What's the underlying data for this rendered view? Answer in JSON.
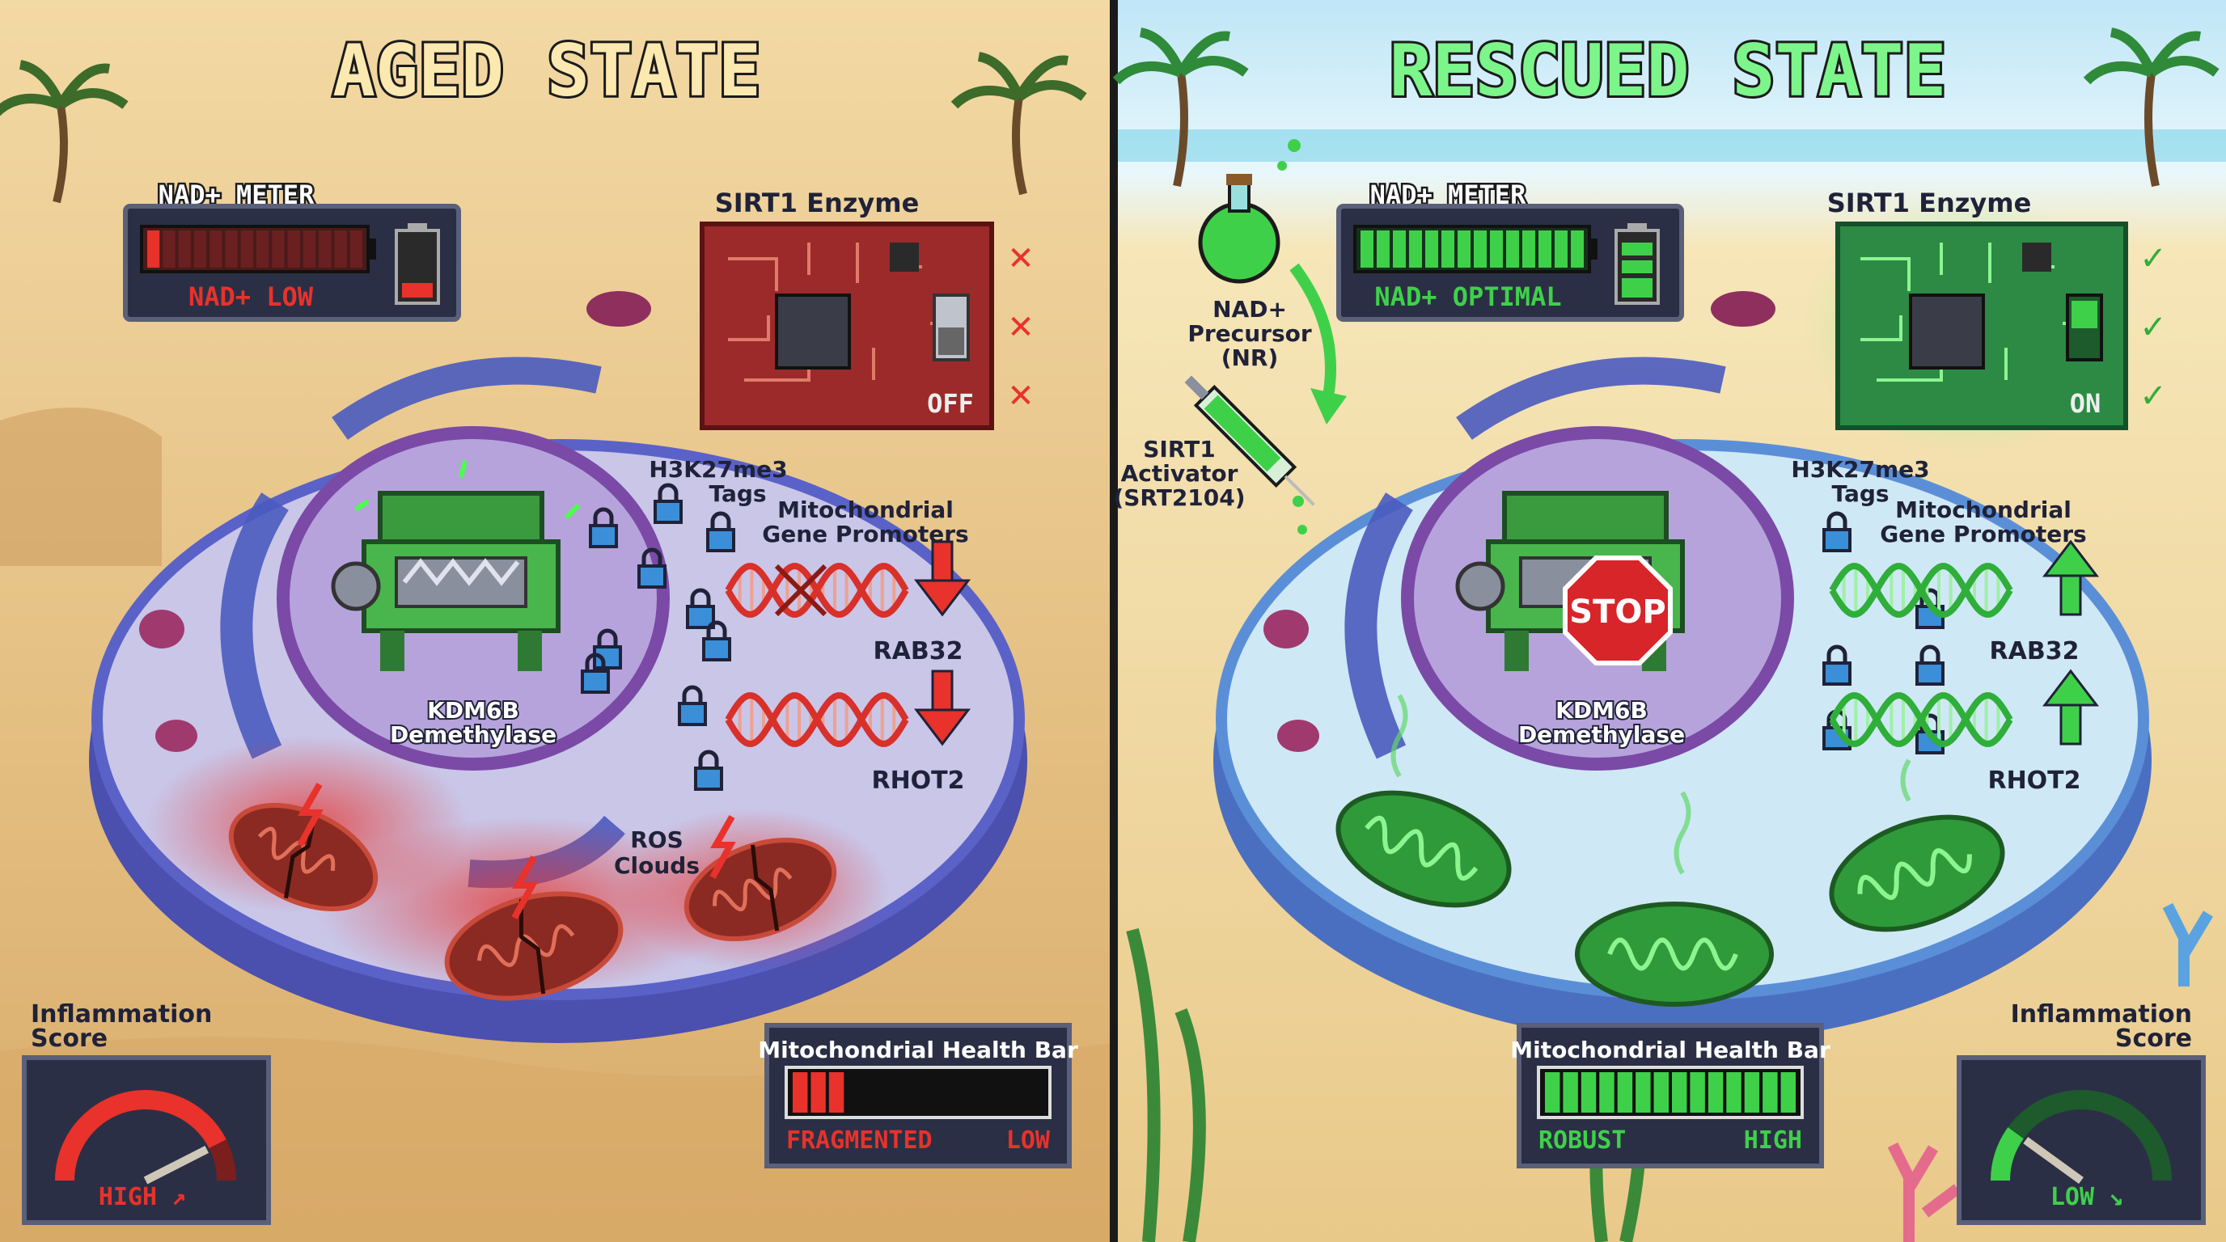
{
  "aged": {
    "title": "AGED STATE",
    "nad_meter": {
      "title": "NAD+ METER",
      "status": "NAD+ LOW",
      "level": 0.08
    },
    "sirt1": {
      "title": "SIRT1 Enzyme",
      "switch": "OFF",
      "marks": [
        "✕",
        "✕",
        "✕"
      ]
    },
    "h3k27_label": [
      "H3K27me3",
      "Tags"
    ],
    "mito_promoters_label": [
      "Mitochondrial",
      "Gene Promoters"
    ],
    "genes": [
      "RAB32",
      "RHOT2"
    ],
    "kdm6b_label": [
      "KDM6B",
      "Demethylase"
    ],
    "ros_label": [
      "ROS",
      "Clouds"
    ],
    "inflammation": {
      "title": [
        "Inflammation",
        "Score"
      ],
      "value": "HIGH ↗",
      "level": 0.85
    },
    "mito_health": {
      "title": "Mitochondrial Health Bar",
      "left": "FRAGMENTED",
      "right": "LOW",
      "level": 0.2
    }
  },
  "rescued": {
    "title": "RESCUED STATE",
    "nad_meter": {
      "title": "NAD+ METER",
      "status": "NAD+ OPTIMAL",
      "level": 1.0
    },
    "sirt1": {
      "title": "SIRT1 Enzyme",
      "switch": "ON",
      "marks": [
        "✓",
        "✓",
        "✓"
      ]
    },
    "precursor_label": [
      "NAD+",
      "Precursor",
      "(NR)"
    ],
    "activator_label": [
      "SIRT1",
      "Activator",
      "(SRT2104)"
    ],
    "h3k27_label": [
      "H3K27me3",
      "Tags"
    ],
    "mito_promoters_label": [
      "Mitochondrial",
      "Gene Promoters"
    ],
    "genes": [
      "RAB32",
      "RHOT2"
    ],
    "kdm6b_label": [
      "KDM6B",
      "Demethylase"
    ],
    "stop_sign": "STOP",
    "inflammation": {
      "title": [
        "Inflammation",
        "Score"
      ],
      "value": "LOW ↘",
      "level": 0.2
    },
    "mito_health": {
      "title": "Mitochondrial Health Bar",
      "left": "ROBUST",
      "right": "HIGH",
      "level": 1.0
    }
  },
  "colors": {
    "aged_red": "#e8322b",
    "rescued_green": "#3fd04a",
    "cell_blue": "#5a62c8",
    "panel_dark": "#2b2f45"
  }
}
